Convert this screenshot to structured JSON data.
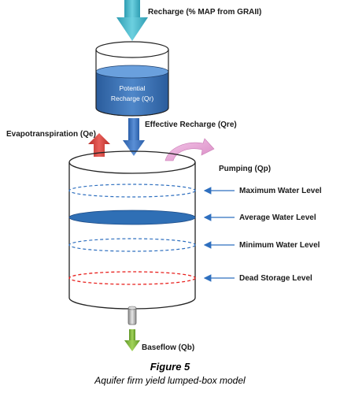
{
  "labels": {
    "recharge": "Recharge (% MAP from GRAII)",
    "potential_line1": "Potential",
    "potential_line2": "Recharge (Qr)",
    "effective": "Effective Recharge (Qre)",
    "evapo": "Evapotranspiration (Qe)",
    "pumping": "Pumping (Qp)",
    "baseflow": "Baseflow (Qb)"
  },
  "levels": [
    {
      "label": "Maximum Water Level",
      "color": "#2e6fbf",
      "style": "dashed"
    },
    {
      "label": "Average Water Level",
      "color": "#2f6fb5",
      "style": "filled"
    },
    {
      "label": "Minimum Water Level",
      "color": "#2e6fbf",
      "style": "dashed"
    },
    {
      "label": "Dead Storage Level",
      "color": "#e8221f",
      "style": "dashed"
    }
  ],
  "caption": {
    "title": "Figure 5",
    "subtitle": "Aquifer firm yield lumped-box model"
  },
  "colors": {
    "water": "#3a72b6",
    "teal_arrow": "#49b6c9",
    "blue_arrow": "#3b6fc0",
    "red_arrow": "#d8403a",
    "pink_arrow": "#e9a4d6",
    "green_arrow": "#7db33a"
  }
}
